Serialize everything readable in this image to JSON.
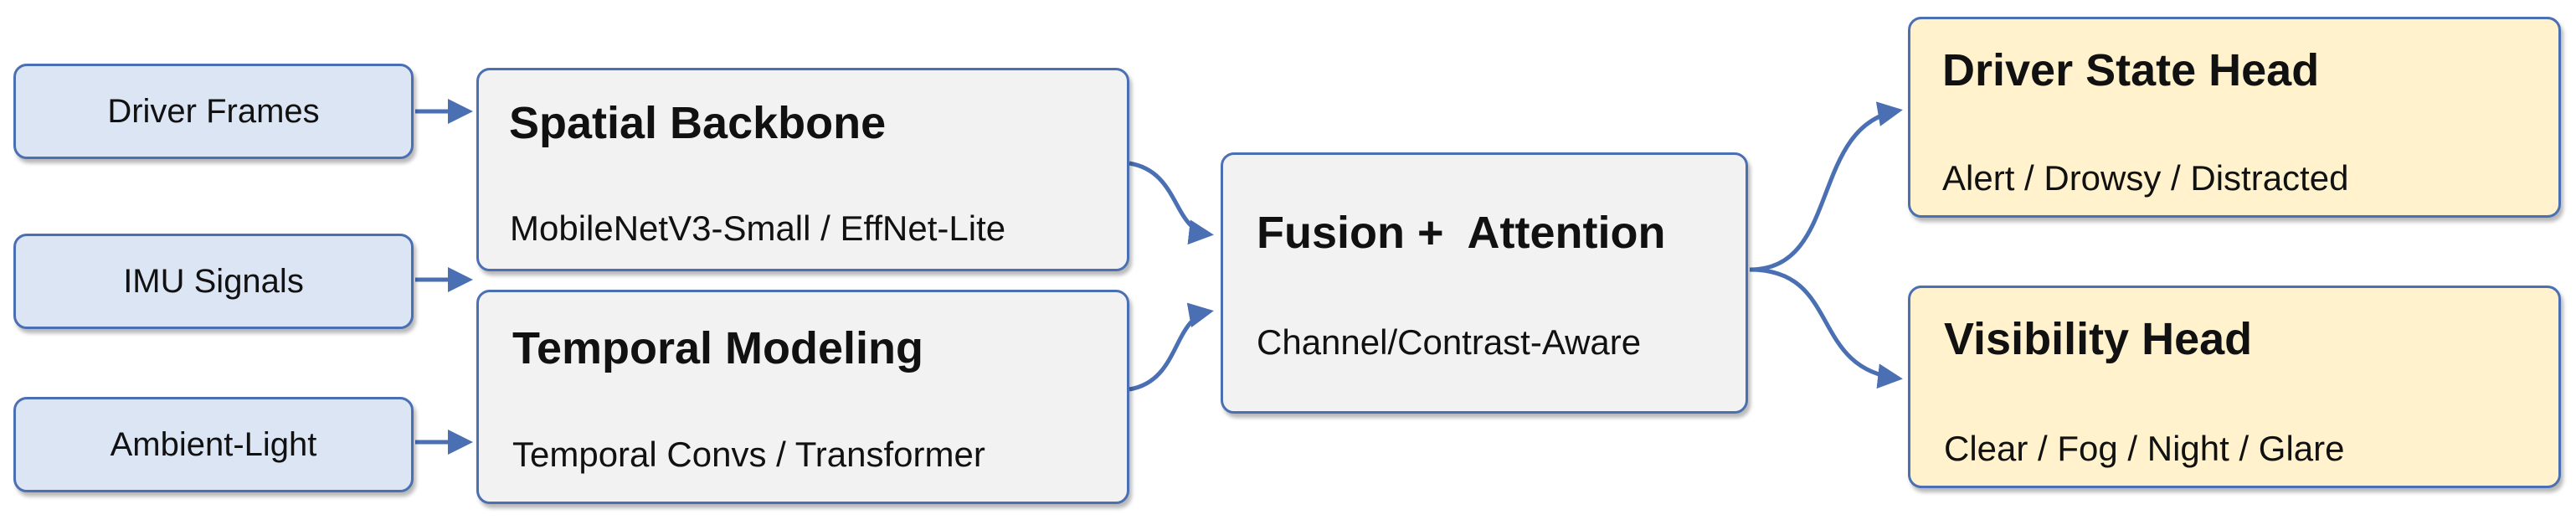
{
  "inputs": {
    "driver_frames": "Driver Frames",
    "imu_signals": "IMU Signals",
    "ambient_light": "Ambient-Light"
  },
  "spatial_backbone": {
    "title": "Spatial Backbone",
    "subtitle": "MobileNetV3-Small / EffNet-Lite"
  },
  "temporal_modeling": {
    "title": "Temporal Modeling",
    "subtitle": "Temporal Convs / Transformer"
  },
  "fusion": {
    "title": "Fusion +  Attention",
    "subtitle": "Channel/Contrast-Aware"
  },
  "driver_state_head": {
    "title": "Driver State Head",
    "subtitle": "Alert / Drowsy / Distracted"
  },
  "visibility_head": {
    "title": "Visibility Head",
    "subtitle": "Clear / Fog / Night / Glare"
  },
  "colors": {
    "input_fill": "#dce5f4",
    "block_fill": "#f2f2f2",
    "head_fill": "#fff2cc",
    "border_and_arrows": "#4a6fb3"
  }
}
